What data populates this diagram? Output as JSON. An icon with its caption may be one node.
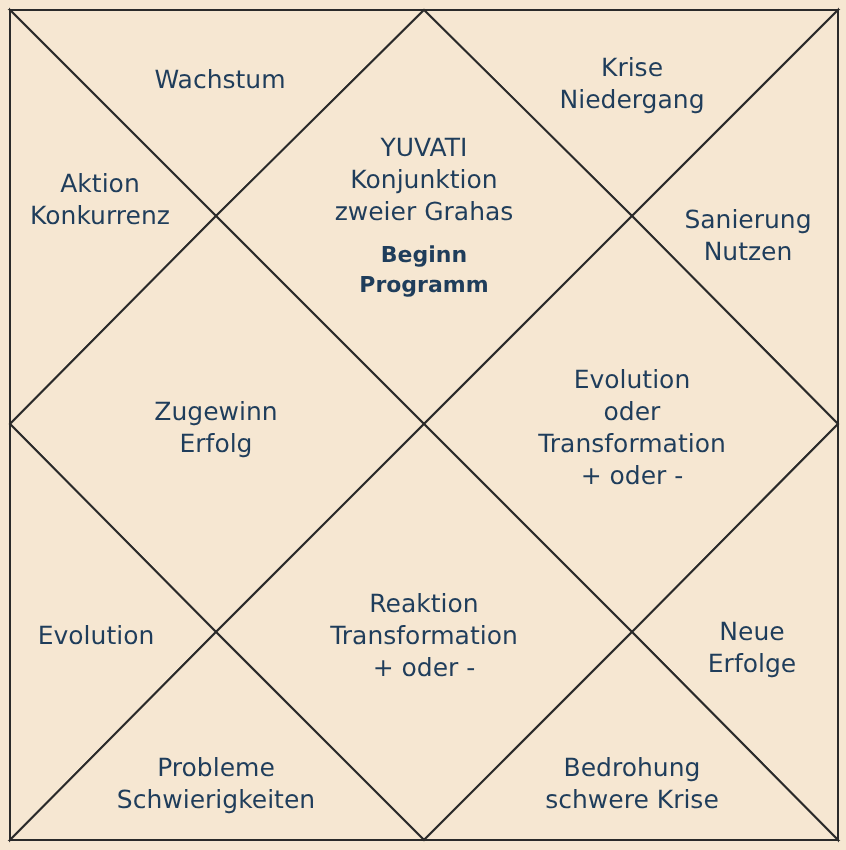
{
  "diagram": {
    "nodes": [
      {
        "text": [
          "Wachstum"
        ]
      },
      {
        "text": [
          "Krise Niedergang"
        ]
      },
      {
        "text": [
          "Aktion Konkurrenz"
        ]
      },
      {
        "text": [
          "YUVATI Konjunktion zweier Grahas",
          "Beginn Programm"
        ]
      },
      {
        "text": [
          "Sanierung Nutzen"
        ]
      },
      {
        "text": [
          "Zugewinn Erfolg"
        ]
      },
      {
        "text": [
          "Evolution oder Transformation + oder -"
        ]
      },
      {
        "text": [
          "Evolution"
        ]
      },
      {
        "text": [
          "Reaktion Transformation + oder -"
        ]
      },
      {
        "text": [
          "Neue Erfolge"
        ]
      },
      {
        "text": [
          "Probleme Schwierigkeiten"
        ]
      },
      {
        "text": [
          "Bedrohung schwere Krise"
        ]
      }
    ]
  }
}
